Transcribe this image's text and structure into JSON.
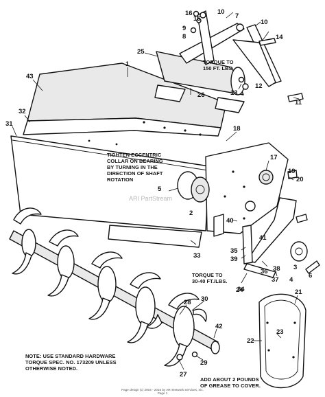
{
  "callouts": {
    "c1": "1",
    "c2": "2",
    "c3": "3",
    "c4": "4",
    "c5": "5",
    "c6": "6",
    "c7": "7",
    "c8": "8",
    "c9": "9",
    "c10": "10",
    "c11": "11",
    "c12": "12",
    "c13": "13",
    "c14": "14",
    "c15": "15",
    "c16": "16",
    "c17": "17",
    "c18": "18",
    "c19": "19",
    "c20": "20",
    "c21": "21",
    "c22": "22",
    "c23": "23",
    "c24": "24",
    "c25": "25",
    "c26": "26",
    "c27": "27",
    "c28": "28",
    "c29": "29",
    "c30": "30",
    "c31": "31",
    "c32": "32",
    "c33": "33",
    "c34": "34",
    "c35": "35",
    "c36": "36",
    "c37": "37",
    "c38": "38",
    "c39": "39",
    "c40": "40",
    "c41": "41",
    "c42": "42",
    "c43": "43"
  },
  "notes": {
    "torque_150": [
      "TORQUE TO",
      "150 FT. LBS."
    ],
    "eccentric_collar": [
      "TIGHTEN ECCENTRIC",
      "COLLAR ON BEARING",
      "BY TURNING IN THE",
      "DIRECTION OF SHAFT",
      "ROTATION"
    ],
    "torque_30_40": [
      "TORQUE TO",
      "30-40 FT./LBS."
    ],
    "standard_hardware": [
      "NOTE: USE STANDARD HARDWARE",
      "TORQUE SPEC. NO. 173209 UNLESS",
      "OTHERWISE NOTED."
    ],
    "grease": [
      "ADD ABOUT 2 POUNDS",
      "OF GREASE TO COVER."
    ]
  },
  "watermark": "ARI PartStream",
  "footer": {
    "line1": "Page design (c) 2004 - 2016 by ARI Network Services, Inc.",
    "line2": "Page 1"
  }
}
